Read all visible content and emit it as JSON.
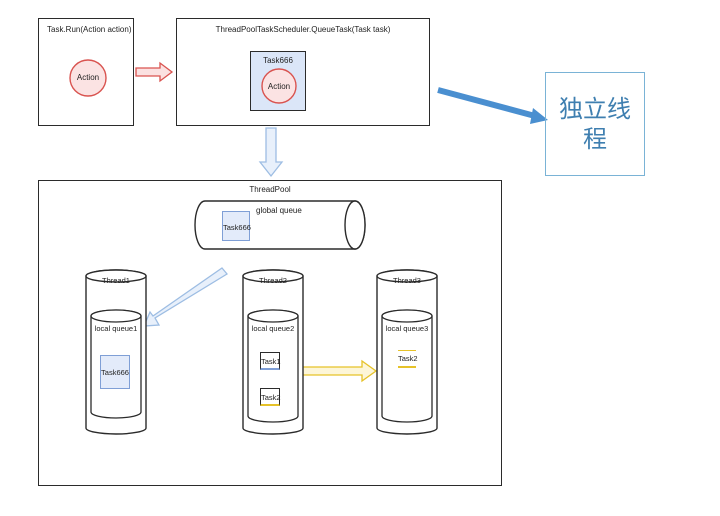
{
  "task_run_box": {
    "title": "Task.Run(Action action)",
    "action_label": "Action"
  },
  "scheduler_box": {
    "title": "ThreadPoolTaskScheduler.QueueTask(Task task)",
    "task_label": "Task666",
    "action_label": "Action"
  },
  "independent_thread": {
    "label": "独立线程"
  },
  "thread_pool": {
    "title": "ThreadPool",
    "global_queue": {
      "label": "global queue",
      "task_label": "Task666"
    },
    "threads": [
      {
        "name": "Thread1",
        "queue_label": "local queue1",
        "tasks": [
          "Task666"
        ]
      },
      {
        "name": "Thread2",
        "queue_label": "local queue2",
        "tasks": [
          "Task1",
          "Task2"
        ]
      },
      {
        "name": "Thread3",
        "queue_label": "local queue3",
        "tasks": [
          "Task2"
        ]
      }
    ]
  },
  "colors": {
    "action_circle": "#d9534f",
    "action_fill": "#fbe3e3",
    "task_square_border": "#7f9fd6",
    "task_square_fill": "#e3ebfa",
    "task_yellow": "#e6c229",
    "arrow_red": "#d9534f",
    "arrow_blue": "#4a8fd0",
    "arrow_light_blue": "#9dbde3",
    "arrow_yellow": "#e6c229"
  }
}
